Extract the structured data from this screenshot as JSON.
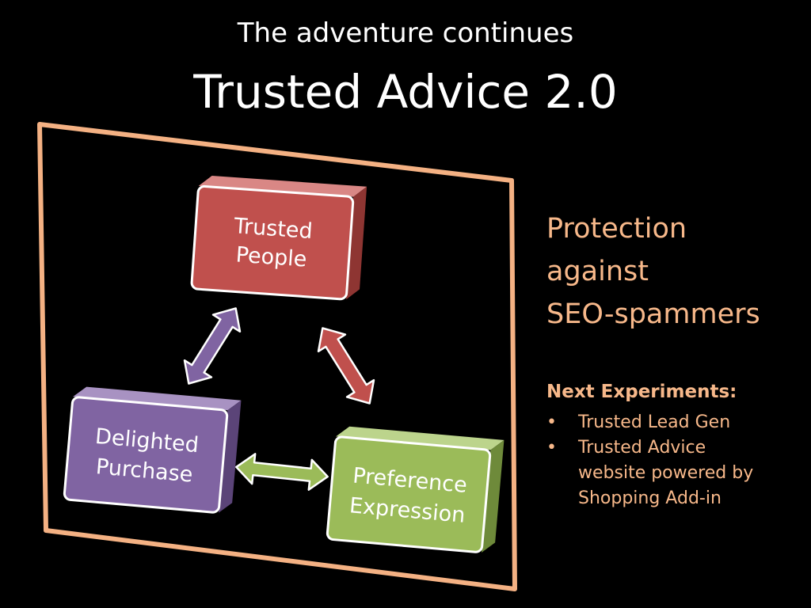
{
  "slide": {
    "subtitle": "The adventure continues",
    "title": "Trusted Advice 2.0"
  },
  "diagram": {
    "boxes": {
      "trusted_people": {
        "line1": "Trusted",
        "line2": "People",
        "color": "#c0504d"
      },
      "delighted_purchase": {
        "line1": "Delighted",
        "line2": "Purchase",
        "color": "#8064a2"
      },
      "preference_expression": {
        "line1": "Preference",
        "line2": "Expression",
        "color": "#9bbb59"
      }
    },
    "frame_color": "#f4b183"
  },
  "side_panel": {
    "heading_lines": [
      "Protection",
      "against",
      "SEO-spammers"
    ],
    "next_title": "Next Experiments:",
    "bullet": "•",
    "items": [
      {
        "lines": [
          "Trusted Lead Gen"
        ]
      },
      {
        "lines": [
          "Trusted Advice",
          "website powered by",
          "Shopping Add-in"
        ]
      }
    ],
    "text_color": "#f7b88a"
  }
}
